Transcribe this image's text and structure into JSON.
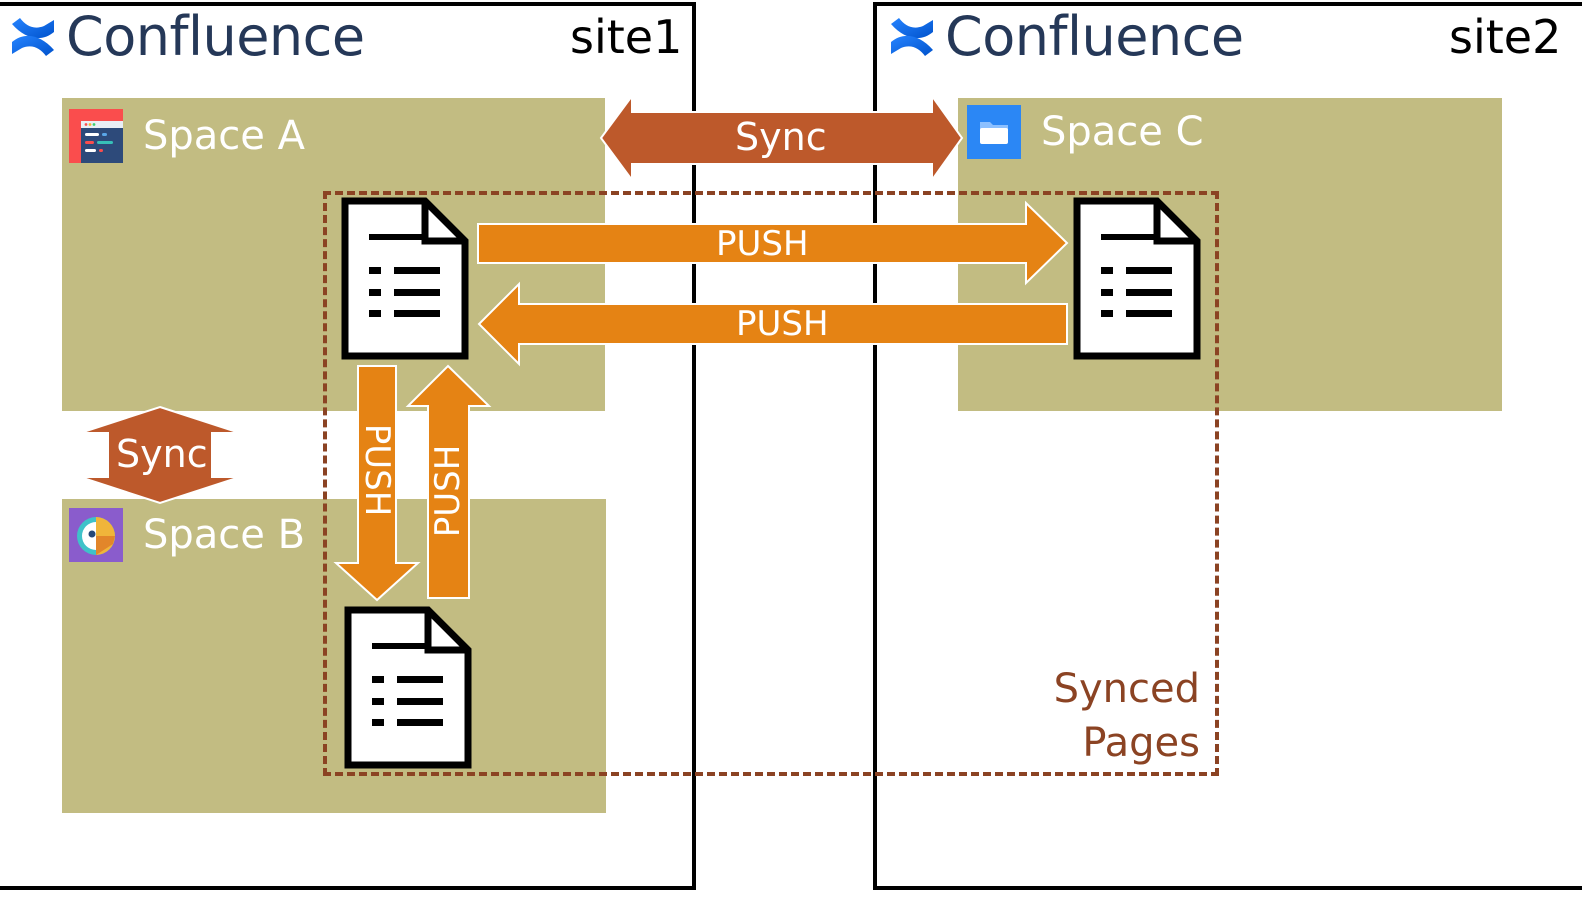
{
  "sites": [
    {
      "brand": "Confluence",
      "label": "site1"
    },
    {
      "brand": "Confluence",
      "label": "site2"
    }
  ],
  "spaces": {
    "a": {
      "name": "Space A",
      "icon": "code-editor-icon"
    },
    "b": {
      "name": "Space B",
      "icon": "parrot-icon"
    },
    "c": {
      "name": "Space C",
      "icon": "folder-icon"
    }
  },
  "arrows": {
    "sync_sites": "Sync",
    "sync_spaces": "Sync",
    "push_a_to_c": "PUSH",
    "push_c_to_a": "PUSH",
    "push_a_to_b": "PUSH",
    "push_b_to_a": "PUSH"
  },
  "synced_group": {
    "line1": "Synced",
    "line2": "Pages"
  },
  "colors": {
    "space_bg": "#c2bc82",
    "sync_arrow": "#bd592b",
    "push_arrow": "#e58314",
    "dashed_border": "#8b4323",
    "brand_text": "#253858",
    "confluence_blue": "#1868db"
  }
}
